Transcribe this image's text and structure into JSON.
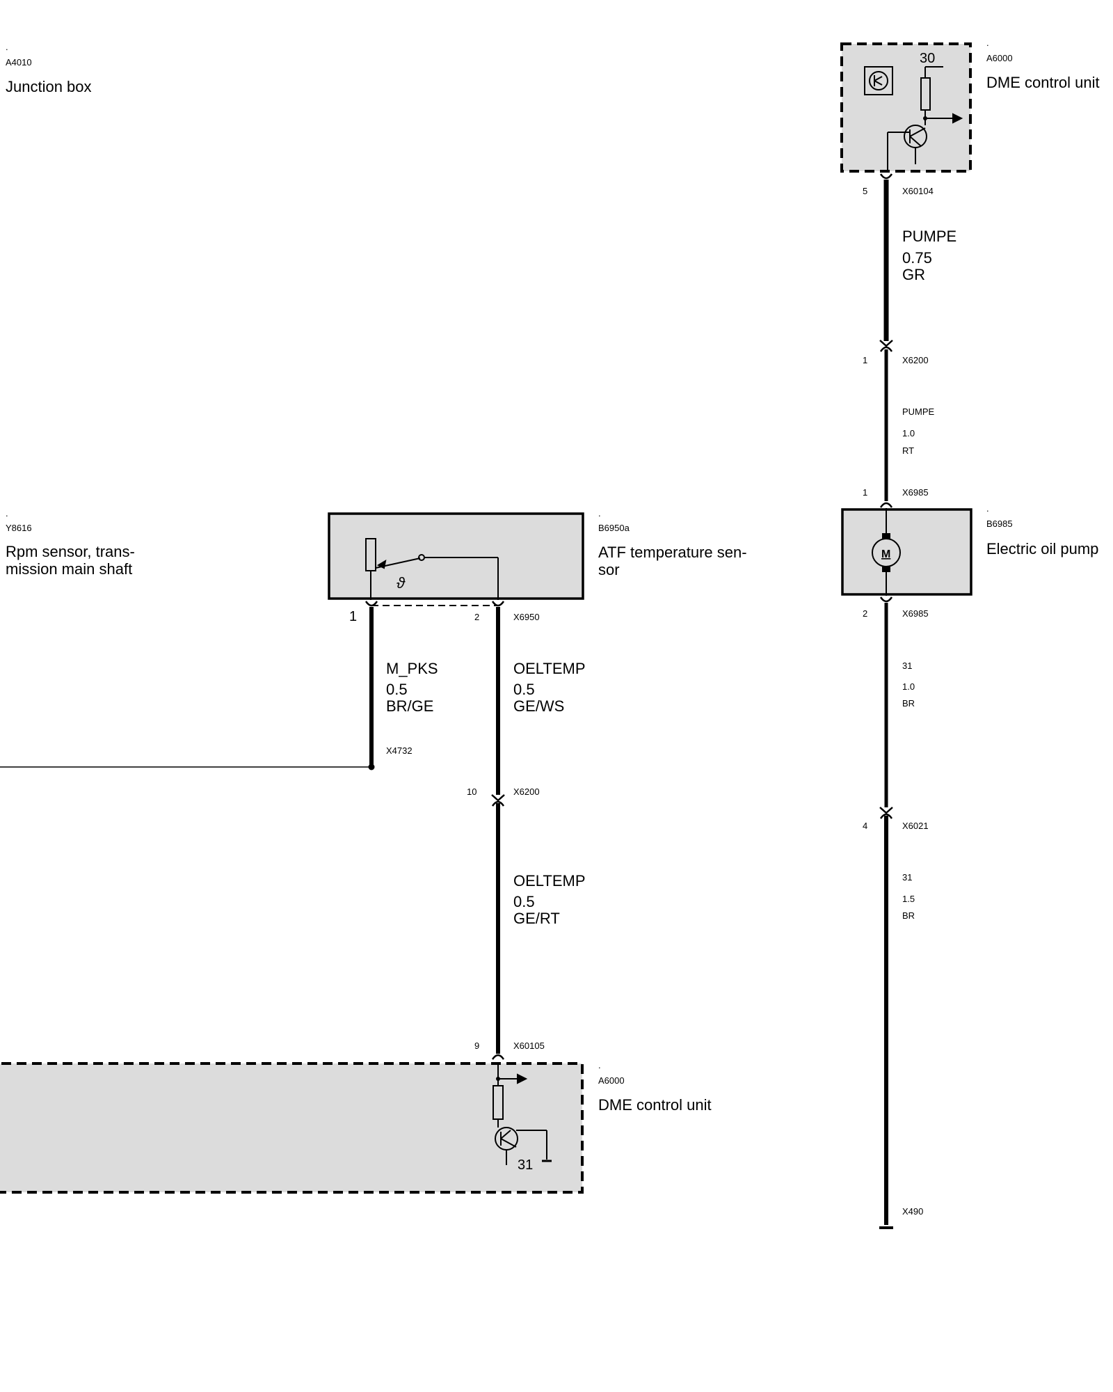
{
  "colors": {
    "wire": "#000000",
    "box_fill": "#dcdcdc",
    "background": "#ffffff"
  },
  "components": {
    "junction_box": {
      "dot": ".",
      "code": "A4010",
      "name": "Junction box"
    },
    "dme_top": {
      "dot": ".",
      "code": "A6000",
      "name": "DME control unit",
      "terminal": "30"
    },
    "rpm_sensor": {
      "dot": ".",
      "code": "Y8616",
      "name_line1": "Rpm sensor, trans-",
      "name_line2": "mission main shaft"
    },
    "atf_sensor": {
      "dot": ".",
      "code": "B6950a",
      "name_line1": "ATF temperature sen-",
      "name_line2": "sor"
    },
    "oil_pump": {
      "dot": ".",
      "code": "B6985",
      "name": "Electric oil pump",
      "motor_symbol": "M"
    },
    "dme_bottom": {
      "dot": ".",
      "code": "A6000",
      "name": "DME control unit",
      "terminal": "31"
    }
  },
  "connectors": {
    "x60104": {
      "pin": "5",
      "name": "X60104"
    },
    "x6200_right": {
      "pin": "1",
      "name": "X6200"
    },
    "x6985_top": {
      "pin": "1",
      "name": "X6985"
    },
    "x6985_bottom": {
      "pin": "2",
      "name": "X6985"
    },
    "x6021": {
      "pin": "4",
      "name": "X6021"
    },
    "x490": {
      "name": "X490"
    },
    "x6950_pin1": {
      "pin": "1"
    },
    "x6950_pin2": {
      "pin": "2",
      "name": "X6950"
    },
    "x4732": {
      "name": "X4732"
    },
    "x6200_mid": {
      "pin": "10",
      "name": "X6200"
    },
    "x60105": {
      "pin": "9",
      "name": "X60105"
    }
  },
  "wires": {
    "pumpe_075": {
      "signal": "PUMPE",
      "size": "0.75",
      "color": "GR"
    },
    "pumpe_10": {
      "signal": "PUMPE",
      "size": "1.0",
      "color": "RT"
    },
    "ground_10": {
      "signal": "31",
      "size": "1.0",
      "color": "BR"
    },
    "ground_15": {
      "signal": "31",
      "size": "1.5",
      "color": "BR"
    },
    "m_pks": {
      "signal": "M_PKS",
      "size": "0.5",
      "color": "BR/GE"
    },
    "oeltemp_ws": {
      "signal": "OELTEMP",
      "size": "0.5",
      "color": "GE/WS"
    },
    "oeltemp_rt": {
      "signal": "OELTEMP",
      "size": "0.5",
      "color": "GE/RT"
    }
  }
}
